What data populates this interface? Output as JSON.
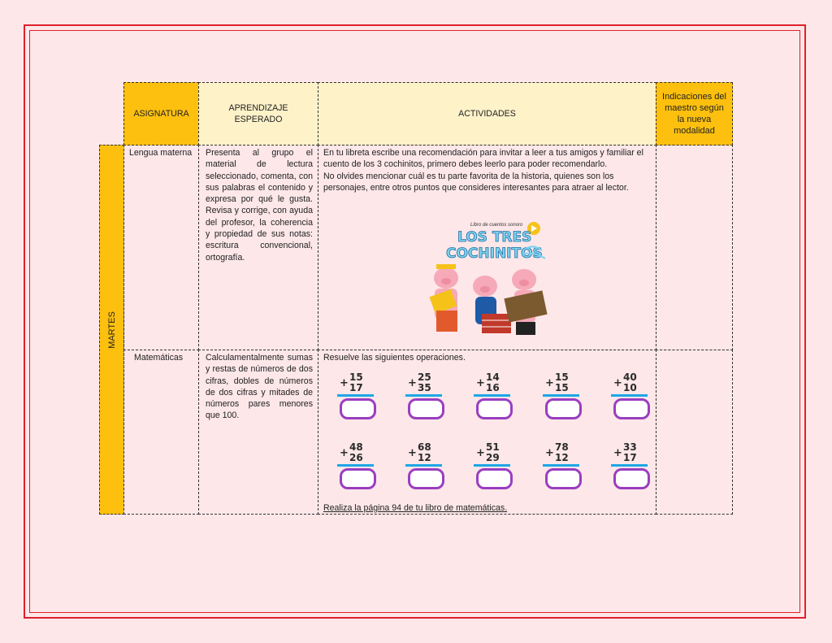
{
  "header": {
    "asignatura": "ASIGNATURA",
    "aprendizaje": "APRENDIZAJE ESPERADO",
    "actividades": "ACTIVIDADES",
    "indicaciones": "Indicaciones del maestro según la nueva modalidad"
  },
  "day": "MARTES",
  "rows": [
    {
      "asignatura": "Lengua materna",
      "aprendizaje": "Presenta al grupo el material de lectura seleccionado, comenta, con sus palabras el contenido y expresa por qué le gusta. Revisa y corrige, con ayuda del profesor, la coherencia y propiedad de sus notas: escritura convencional, ortografía.",
      "actividades_p1": "En tu libreta escribe una recomendación para invitar a leer a tus amigos y familiar el cuento de los 3 cochinitos, primero debes leerlo para poder recomendarlo.",
      "actividades_p2": "No olvides mencionar cuál es tu parte favorita de la historia, quienes son los personajes, entre otros puntos que consideres interesantes para atraer al lector.",
      "book": {
        "subtitle": "Libro de cuentos sonoro",
        "title_line1": "LOS TRES",
        "title_line2": "COCHINITOS"
      }
    },
    {
      "asignatura": "Matemáticas",
      "aprendizaje": "Calculamentalmente sumas y restas de números de dos cifras, dobles de números de dos cifras y mitades de números pares menores que 100.",
      "actividades_intro": "Resuelve las siguientes operaciones.",
      "operations": [
        {
          "a": "15",
          "b": "17",
          "sign": "+"
        },
        {
          "a": "25",
          "b": "35",
          "sign": "+"
        },
        {
          "a": "14",
          "b": "16",
          "sign": "+"
        },
        {
          "a": "15",
          "b": "15",
          "sign": "+"
        },
        {
          "a": "40",
          "b": "10",
          "sign": "+"
        },
        {
          "a": "48",
          "b": "26",
          "sign": "+"
        },
        {
          "a": "68",
          "b": "12",
          "sign": "+"
        },
        {
          "a": "51",
          "b": "29",
          "sign": "+"
        },
        {
          "a": "78",
          "b": "12",
          "sign": "+"
        },
        {
          "a": "33",
          "b": "17",
          "sign": "+"
        }
      ],
      "actividades_footer": "Realiza la página 94 de tu libro de matemáticas."
    }
  ],
  "colors": {
    "frame": "#e0212b",
    "header": "#fdc00f",
    "header_light": "#fef2c9",
    "rule": "#1ea6e6",
    "answer_box": "#9a3ec0"
  }
}
